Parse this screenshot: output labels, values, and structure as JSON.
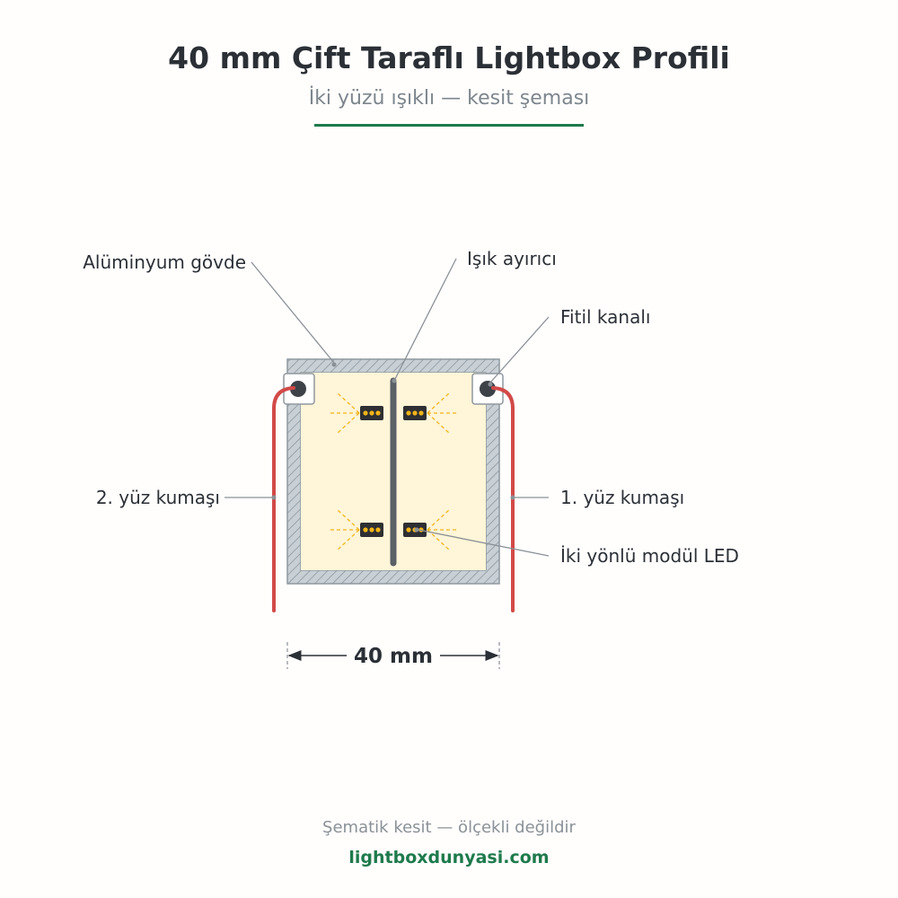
{
  "header": {
    "title": "40 mm Çift Taraflı Lightbox Profili",
    "subtitle": "İki yüzü ışıklı — kesit şeması",
    "accent_color": "#1e7a4c"
  },
  "labels": {
    "body": "Alüminyum gövde",
    "divider": "Işık ayırıcı",
    "channel": "Fitil kanalı",
    "fabric_2": "2. yüz kumaşı",
    "fabric_1": "1. yüz kumaşı",
    "led": "İki yönlü modül LED"
  },
  "dimension": {
    "width_label": "40 mm"
  },
  "footer": {
    "note": "Şematik kesit — ölçekli değildir",
    "site": "lightboxdunyasi.com"
  },
  "colors": {
    "frame": "#c8d0d6",
    "frame_stroke": "#8e979e",
    "interior": "#fff5d8",
    "divider": "#5a6066",
    "fabric": "#d14a48",
    "led_body": "#2e2f33",
    "led_chip": "#f2b418"
  }
}
